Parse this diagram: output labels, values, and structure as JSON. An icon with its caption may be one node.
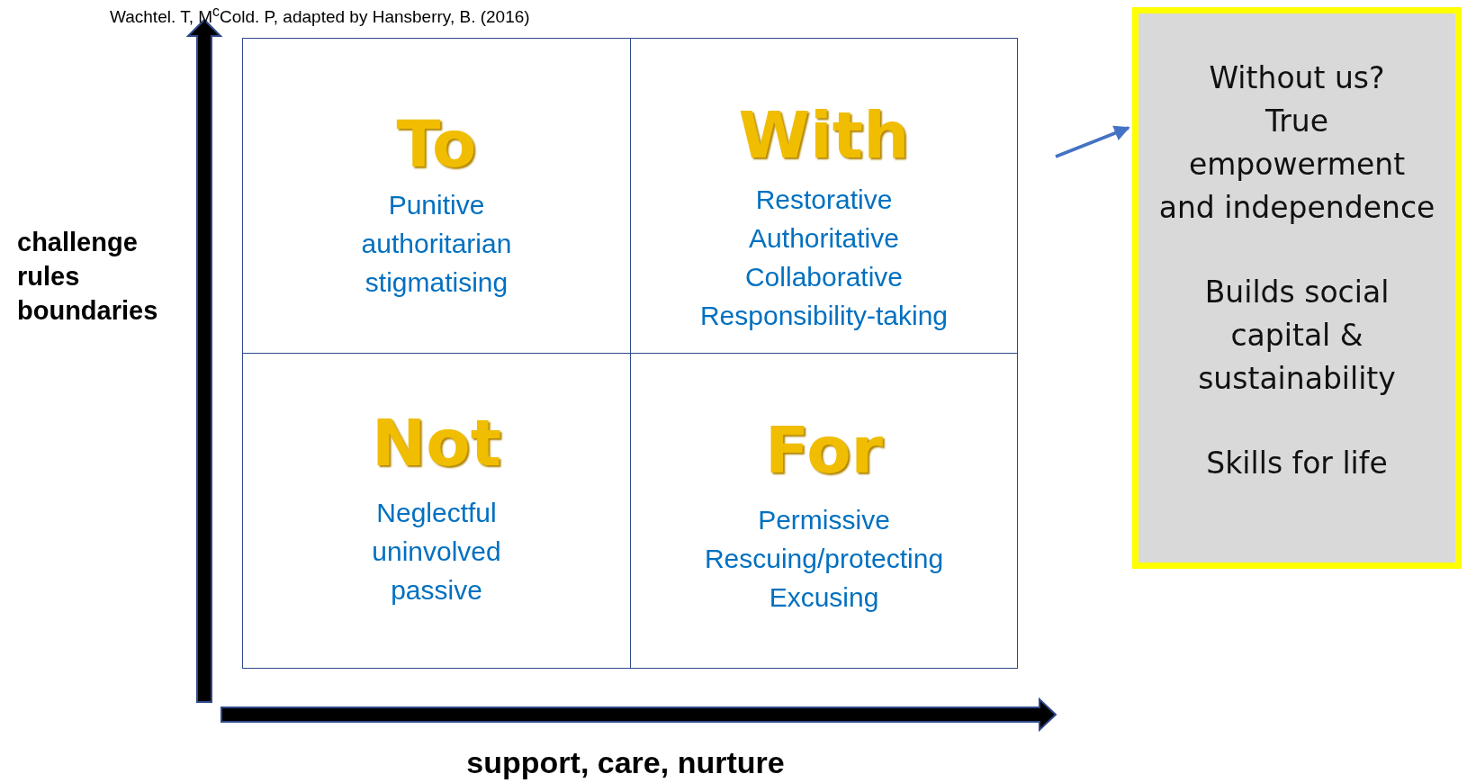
{
  "diagram": {
    "nodes": [
      {
        "text": [
          "To",
          "Punitive",
          "authoritarian",
          "stigmatising"
        ]
      },
      {
        "text": [
          "With",
          "Restorative",
          "Authoritative",
          "Collaborative",
          "Responsibility-taking"
        ]
      },
      {
        "text": [
          "Not",
          "Neglectful",
          "uninvolved",
          "passive"
        ]
      },
      {
        "text": [
          "For",
          "Permissive",
          "Rescuing/protecting",
          "Excusing"
        ]
      },
      {
        "text": [
          "Without us?",
          "True",
          "empowerment",
          "and independence",
          "Builds social",
          "capital &",
          "sustainability",
          "Skills for life"
        ]
      }
    ],
    "edges": [
      {
        "from": null,
        "to": 4,
        "arrow": "to"
      }
    ],
    "labels": [
      "Wachtel. T, M$^{c}$Cold. P, adapted by Hansberry, B. (2016)",
      "challenge rules boundaries",
      "support, care, nurture"
    ]
  }
}
